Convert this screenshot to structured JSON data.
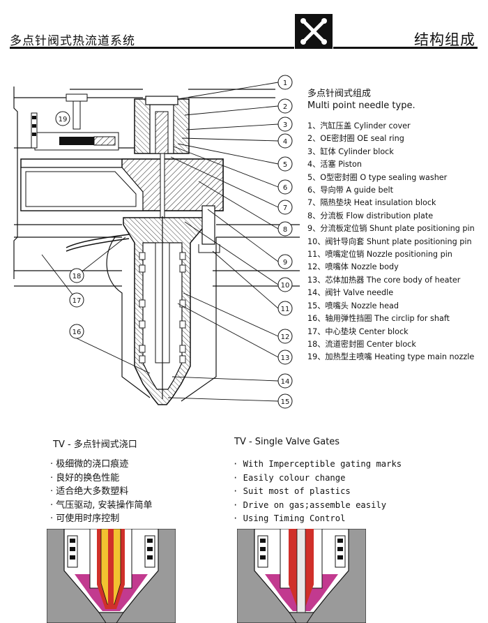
{
  "header": {
    "title_left": "多点针阀式热流道系统",
    "title_right": "结构组成",
    "logo_icon": "x-star-icon"
  },
  "section": {
    "title_cn": "多点针阀式组成",
    "title_en": "Multi point needle type."
  },
  "callouts": [
    "1",
    "2",
    "3",
    "4",
    "5",
    "6",
    "7",
    "8",
    "9",
    "10",
    "11",
    "12",
    "13",
    "14",
    "15",
    "16",
    "17",
    "18",
    "19"
  ],
  "parts": [
    "1、汽缸压盖 Cylinder cover",
    "2、OE密封圈 OE seal ring",
    "3、缸体 Cylinder block",
    "4、活塞 Piston",
    "5、O型密封圈 O type sealing washer",
    "6、导向带 A guide belt",
    "7、隔热垫块 Heat insulation block",
    "8、分流板 Flow distribution plate",
    "9、分流板定位销 Shunt plate positioning pin",
    "10、阀针导向套 Shunt plate positioning pin",
    "11、喷嘴定位销 Nozzle positioning pin",
    "12、喷嘴体 Nozzle body",
    "13、芯体加热器 The core body of heater",
    "14、阀针 Valve needle",
    "15、喷嘴头 Nozzle head",
    "16、轴用弹性挡圈 The circlip for shaft",
    "17、中心垫块 Center block",
    "18、流道密封圈 Center block",
    "19、加热型主喷嘴 Heating type main nozzle"
  ],
  "tv_cn": {
    "title": "TV - 多点针阀式浇口",
    "bullets": [
      "· 极细微的浇口痕迹",
      "· 良好的换色性能",
      "· 适合绝大多数塑料",
      "· 气压驱动, 安装操作简单",
      "· 可使用时序控制"
    ]
  },
  "tv_en": {
    "title": "TV - Single Valve Gates",
    "bullets": [
      "· With Imperceptible gating marks",
      "· Easily colour change",
      "· Suit most of plastics",
      "· Drive on gas;assemble easily",
      "· Using Timing Control"
    ]
  },
  "colors": {
    "ink": "#111111",
    "plate_gray": "#9a9a9a",
    "melt_magenta": "#c23a8f",
    "melt_red": "#d0302a",
    "heater_yellow": "#f2c230"
  }
}
